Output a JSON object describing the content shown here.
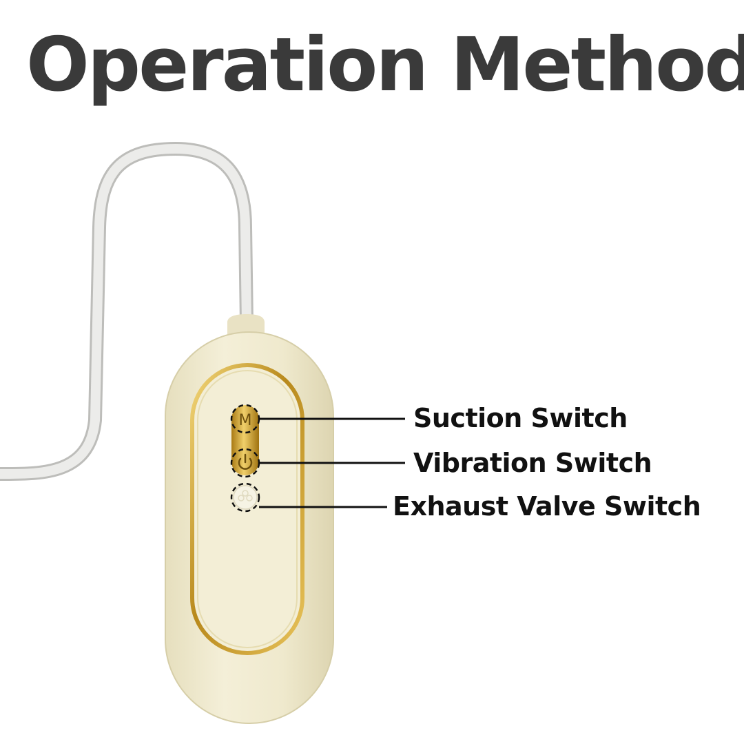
{
  "title": "Operation Method",
  "callouts": {
    "suction": "Suction Switch",
    "vibration": "Vibration Switch",
    "exhaust": "Exhaust Valve Switch"
  },
  "buttons": {
    "suction_glyph": "M"
  },
  "colors": {
    "title": "#3a3a3a",
    "label": "#111111",
    "device_body": "#f1ebd0",
    "gold_trim": "#c9a227",
    "cable": "#e4e4e2"
  },
  "icons": {
    "suction": "m-letter-icon",
    "vibration": "power-icon",
    "exhaust": "flower-icon"
  }
}
